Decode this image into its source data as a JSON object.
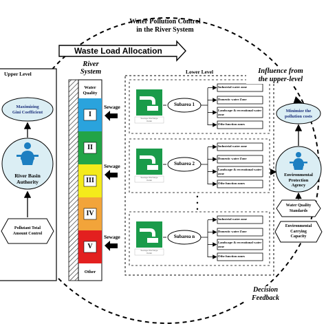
{
  "title": [
    "Water Pollution Control",
    "in the River System"
  ],
  "arrow_label": "Waste Load Allocation",
  "influence_label": [
    "Influence from",
    "the upper-level"
  ],
  "decision_label": [
    "Decision",
    "Feedback"
  ],
  "upper_level": {
    "title": "Upper Level",
    "objective": [
      "Maximizing",
      "Gini Coefficient"
    ],
    "authority": [
      "River Basin",
      "Authority"
    ],
    "constraint": [
      "Pollutant Total",
      "Amount Control"
    ]
  },
  "river": {
    "title": [
      "River",
      "System"
    ],
    "header": [
      "Water",
      "Quality"
    ],
    "grades": [
      {
        "label": "I",
        "color": "#2aa3dd"
      },
      {
        "label": "II",
        "color": "#22a447"
      },
      {
        "label": "III",
        "color": "#f4ea1b"
      },
      {
        "label": "IV",
        "color": "#f2a43a"
      },
      {
        "label": "V",
        "color": "#e3201f"
      }
    ],
    "other": "Other"
  },
  "sewage_label": "Sewage",
  "lower_level": {
    "title": "Lower Level",
    "dots": "•\n•\n•",
    "icon_caption": [
      "Sewage Discharge",
      "Outlet"
    ],
    "subareas": [
      {
        "label": "Subarea 1"
      },
      {
        "label": "Subarea 2"
      },
      {
        "label": "Subarea n"
      }
    ],
    "zones": [
      "Industrial water zone",
      "Domestic water Zone",
      "Landscape & recreational water zone",
      "Othe function zones"
    ]
  },
  "right_column": {
    "objective": [
      "Minimize the",
      "pollution costs"
    ],
    "agency": [
      "Environmental",
      "Protection",
      "Agency"
    ],
    "standards": [
      "Water Quality",
      "Standards"
    ],
    "capacity": [
      "Environmental",
      "Carrying",
      "Capacity"
    ]
  },
  "colors": {
    "node_fill": "#dbeef4",
    "icon_green": "#1a9b4a",
    "person_blue": "#1d7fc1",
    "hatch": "#333333"
  }
}
